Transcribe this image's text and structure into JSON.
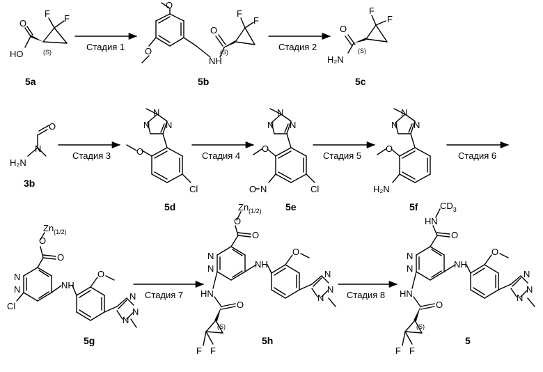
{
  "arrows": {
    "s1": "Стадия 1",
    "s2": "Стадия 2",
    "s3": "Стадия 3",
    "s4": "Стадия 4",
    "s5": "Стадия 5",
    "s6": "Стадия 6",
    "s7": "Стадия 7",
    "s8": "Стадия 8"
  },
  "compounds": {
    "c5a": "5a",
    "c5b": "5b",
    "c5c": "5c",
    "c3b": "3b",
    "c5d": "5d",
    "c5e": "5e",
    "c5f": "5f",
    "c5g": "5g",
    "c5h": "5h",
    "c5": "5"
  },
  "atoms": {
    "F": "F",
    "O": "O",
    "N": "N",
    "HO": "HO",
    "NH": "NH",
    "HN": "HN",
    "H2N": "H₂N",
    "Cl": "Cl",
    "S": "(S)",
    "Zn": "Zn",
    "Zn_sub": "(1/2)",
    "CD": "CD",
    "CD_sub": "3"
  }
}
